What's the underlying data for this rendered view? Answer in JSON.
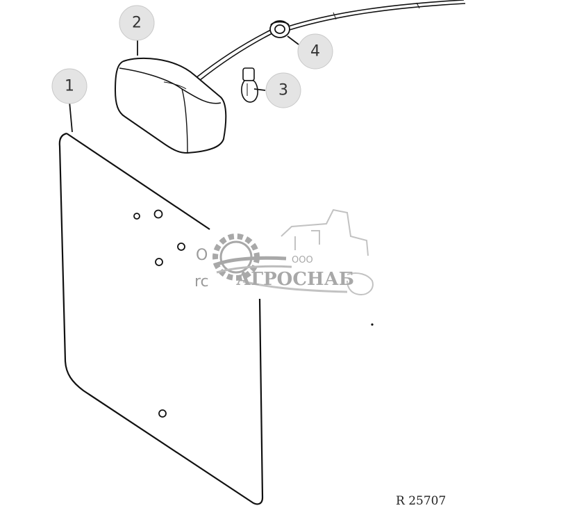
{
  "callouts": [
    {
      "id": "1",
      "label": "1"
    },
    {
      "id": "2",
      "label": "2"
    },
    {
      "id": "3",
      "label": "3"
    },
    {
      "id": "4",
      "label": "4"
    }
  ],
  "reference_code": "R 25707",
  "watermark": {
    "brand": "АГРОСНАБ",
    "prefix": "ООО",
    "fragment_1": "O",
    "fragment_2": "rc"
  }
}
